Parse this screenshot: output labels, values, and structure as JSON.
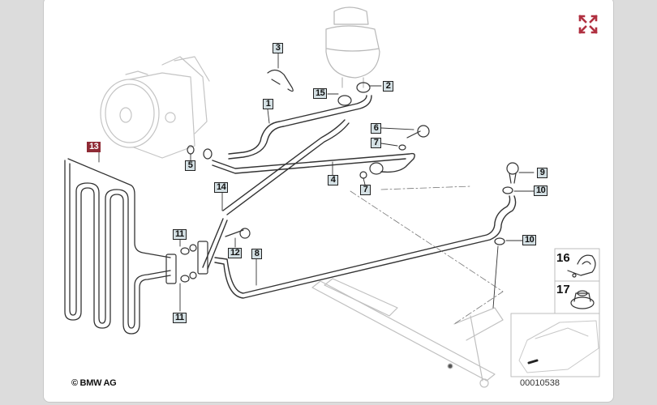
{
  "diagram": {
    "title": "Power steering hydraulic lines exploded view",
    "copyright": "© BMW AG",
    "drawing_number": "00010538",
    "accent_color": "#b03040",
    "callouts": [
      {
        "id": "c1",
        "label": "1"
      },
      {
        "id": "c2",
        "label": "2"
      },
      {
        "id": "c3",
        "label": "3"
      },
      {
        "id": "c4",
        "label": "4"
      },
      {
        "id": "c5",
        "label": "5"
      },
      {
        "id": "c6",
        "label": "6"
      },
      {
        "id": "c7a",
        "label": "7"
      },
      {
        "id": "c7b",
        "label": "7"
      },
      {
        "id": "c8",
        "label": "8"
      },
      {
        "id": "c9",
        "label": "9"
      },
      {
        "id": "c10a",
        "label": "10"
      },
      {
        "id": "c10b",
        "label": "10"
      },
      {
        "id": "c11a",
        "label": "11"
      },
      {
        "id": "c11b",
        "label": "11"
      },
      {
        "id": "c12",
        "label": "12"
      },
      {
        "id": "c13",
        "label": "13",
        "highlighted": true
      },
      {
        "id": "c14",
        "label": "14"
      },
      {
        "id": "c15",
        "label": "15"
      }
    ],
    "inset_parts": [
      {
        "label": "16",
        "part": "pipe clamp"
      },
      {
        "label": "17",
        "part": "flange nut"
      }
    ],
    "expand_icon": "expand-arrows-icon"
  }
}
